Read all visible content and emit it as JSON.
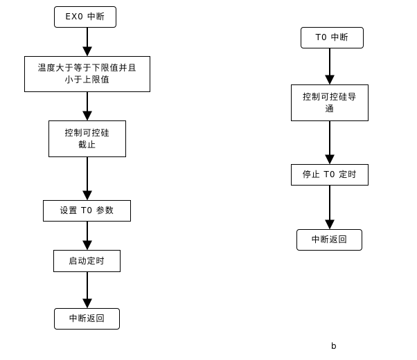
{
  "left_flow": {
    "start": "EX0 中断",
    "check_temp": "温度大于等于下限值并且\n小于上限值",
    "thyristor_off": "控制可控硅\n截止",
    "set_t0": "设置 T0 参数",
    "start_timer": "启动定时",
    "return": "中断返回"
  },
  "right_flow": {
    "start": "T0 中断",
    "thyristor_on": "控制可控硅导\n通",
    "stop_timer": "停止 T0 定时",
    "return": "中断返回"
  },
  "caption": "b",
  "colors": {
    "line": "#000000",
    "box_fill": "#ffffff",
    "background": "#ffffff"
  }
}
